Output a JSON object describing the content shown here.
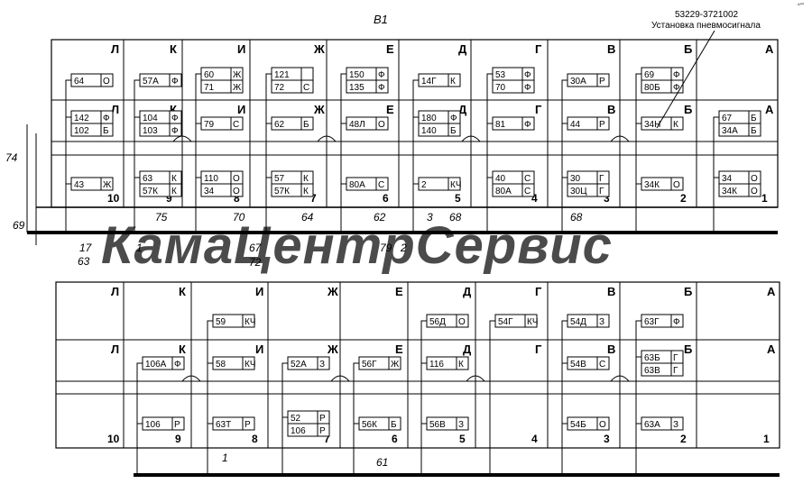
{
  "title": "В1",
  "part": {
    "number": "53229-3721002",
    "name": "Установка пневмосигнала"
  },
  "corner_mark": "^\"\"",
  "watermark": "КамаЦентрСервис",
  "top_panel": {
    "letters": [
      "Л",
      "К",
      "И",
      "Ж",
      "Е",
      "Д",
      "Г",
      "В",
      "Б",
      "А"
    ],
    "numbers": [
      "10",
      "9",
      "8",
      "7",
      "6",
      "5",
      "4",
      "3",
      "2",
      "1"
    ],
    "row1": [
      [
        [
          "64",
          "О"
        ]
      ],
      [
        [
          "57А",
          "Ф"
        ]
      ],
      [
        [
          "60",
          "Ж"
        ],
        [
          "71",
          "Ж"
        ]
      ],
      [
        [
          "121",
          ""
        ],
        [
          "72",
          "С"
        ]
      ],
      [
        [
          "150",
          "Ф"
        ],
        [
          "135",
          "Ф"
        ]
      ],
      [
        [
          "14Г",
          "К"
        ]
      ],
      [
        [
          "53",
          "Ф"
        ],
        [
          "70",
          "Ф"
        ]
      ],
      [
        [
          "30А",
          "Р"
        ]
      ],
      [
        [
          "69",
          "Ф"
        ],
        [
          "80Б",
          "Ф"
        ]
      ],
      []
    ],
    "row2": [
      [
        [
          "142",
          "Ф"
        ],
        [
          "102",
          "Б"
        ]
      ],
      [
        [
          "104",
          "Ф"
        ],
        [
          "103",
          "Ф"
        ]
      ],
      [
        [
          "79",
          "С"
        ]
      ],
      [
        [
          "62",
          "Б"
        ]
      ],
      [
        [
          "48Л",
          "О"
        ]
      ],
      [
        [
          "180",
          "Ф"
        ],
        [
          "140",
          "Б"
        ]
      ],
      [
        [
          "81",
          "Ф"
        ]
      ],
      [
        [
          "44",
          "Р"
        ]
      ],
      [
        [
          "34Н",
          "К"
        ]
      ],
      [
        [
          "67",
          "Б"
        ],
        [
          "34А",
          "Б"
        ]
      ]
    ],
    "row3": [
      [
        [
          "43",
          "Ж"
        ]
      ],
      [
        [
          "63",
          "К"
        ],
        [
          "57К",
          "К"
        ]
      ],
      [
        [
          "110",
          "О"
        ],
        [
          "34",
          "О"
        ]
      ],
      [
        [
          "57",
          "К"
        ],
        [
          "57К",
          "К"
        ]
      ],
      [
        [
          "80А",
          "С"
        ]
      ],
      [
        [
          "2",
          "КЧ"
        ]
      ],
      [
        [
          "40",
          "С"
        ],
        [
          "80А",
          "С"
        ]
      ],
      [
        [
          "30",
          "Г"
        ],
        [
          "30Ц",
          "Г"
        ]
      ],
      [
        [
          "34К",
          "О"
        ]
      ],
      [
        [
          "34",
          "О"
        ],
        [
          "34К",
          "О"
        ]
      ]
    ],
    "wire_labels": [
      "74",
      "69",
      "17",
      "63",
      "1",
      "75",
      "67",
      "72",
      "70",
      "64",
      "62",
      "79",
      "2",
      "3",
      "68",
      "68"
    ]
  },
  "bottom_panel": {
    "letters": [
      "Л",
      "К",
      "И",
      "Ж",
      "Е",
      "Д",
      "Г",
      "В",
      "Б",
      "А"
    ],
    "numbers": [
      "10",
      "9",
      "8",
      "7",
      "6",
      "5",
      "4",
      "3",
      "2",
      "1"
    ],
    "row1": [
      [],
      [],
      [
        [
          "59",
          "КЧ"
        ]
      ],
      [],
      [],
      [
        [
          "56Д",
          "О"
        ]
      ],
      [
        [
          "54Г",
          "КЧ"
        ]
      ],
      [
        [
          "54Д",
          "З"
        ]
      ],
      [
        [
          "63Г",
          "Ф"
        ]
      ],
      []
    ],
    "row2": [
      [],
      [
        [
          "106А",
          "Ф"
        ]
      ],
      [
        [
          "58",
          "КЧ"
        ]
      ],
      [
        [
          "52А",
          "З"
        ]
      ],
      [
        [
          "56Г",
          "Ж"
        ]
      ],
      [
        [
          "116",
          "К"
        ]
      ],
      [],
      [
        [
          "54В",
          "С"
        ]
      ],
      [
        [
          "63Б",
          "Г"
        ],
        [
          "63В",
          "Г"
        ]
      ],
      []
    ],
    "row3": [
      [],
      [
        [
          "106",
          "Р"
        ]
      ],
      [
        [
          "63Т",
          "Р"
        ]
      ],
      [
        [
          "52",
          "Р"
        ],
        [
          "106",
          "Р"
        ]
      ],
      [
        [
          "56К",
          "Б"
        ]
      ],
      [
        [
          "56В",
          "З"
        ]
      ],
      [],
      [
        [
          "54Б",
          "О"
        ]
      ],
      [
        [
          "63А",
          "З"
        ]
      ],
      []
    ],
    "wire_labels": [
      "1",
      "61"
    ]
  }
}
